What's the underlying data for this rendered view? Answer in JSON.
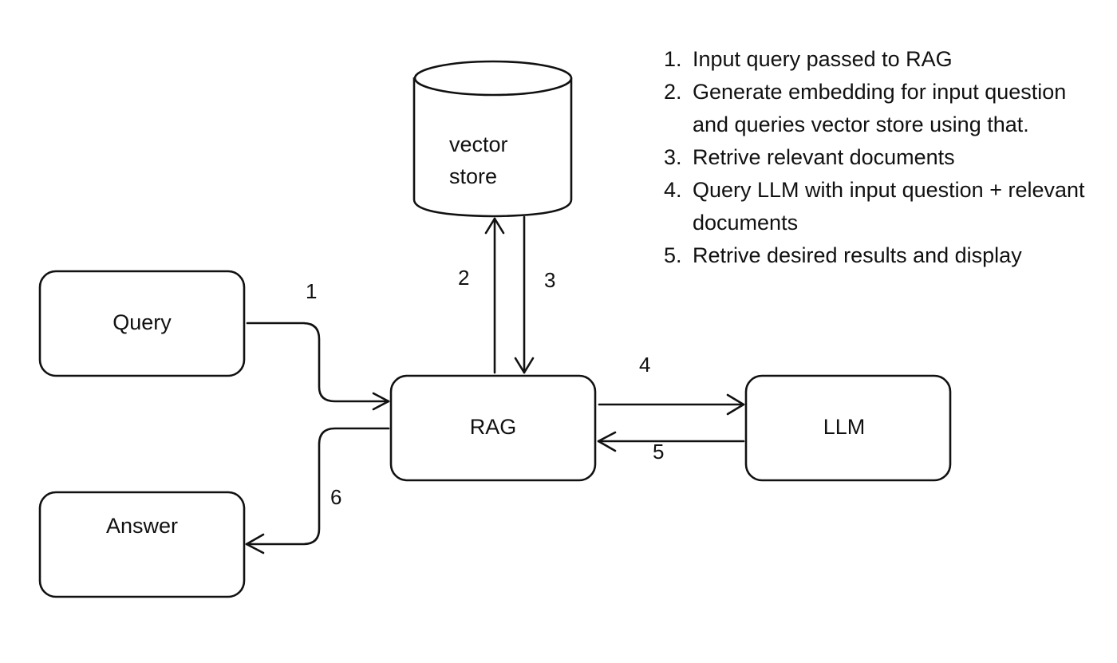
{
  "diagram": {
    "title": "RAG pipeline",
    "nodes": {
      "query": {
        "label": "Query"
      },
      "rag": {
        "label": "RAG"
      },
      "llm": {
        "label": "LLM"
      },
      "answer": {
        "label": "Answer"
      },
      "vector_store": {
        "label_line1": "vector",
        "label_line2": "store",
        "shape": "cylinder"
      }
    },
    "edges": [
      {
        "id": "1",
        "label": "1",
        "from": "query",
        "to": "rag"
      },
      {
        "id": "2",
        "label": "2",
        "from": "rag",
        "to": "vector_store"
      },
      {
        "id": "3",
        "label": "3",
        "from": "vector_store",
        "to": "rag"
      },
      {
        "id": "4",
        "label": "4",
        "from": "rag",
        "to": "llm"
      },
      {
        "id": "5",
        "label": "5",
        "from": "llm",
        "to": "rag"
      },
      {
        "id": "6",
        "label": "6",
        "from": "rag",
        "to": "answer"
      }
    ]
  },
  "legend": {
    "items": [
      {
        "num": "1.",
        "text": "Input query passed to RAG"
      },
      {
        "num": "2.",
        "text": "Generate embedding for input question and queries vector store using that."
      },
      {
        "num": "3.",
        "text": "Retrive relevant documents"
      },
      {
        "num": "4.",
        "text": "Query LLM with input question + relevant documents"
      },
      {
        "num": "5.",
        "text": "Retrive desired results and display"
      }
    ]
  },
  "colors": {
    "stroke": "#111111",
    "background": "#ffffff"
  }
}
